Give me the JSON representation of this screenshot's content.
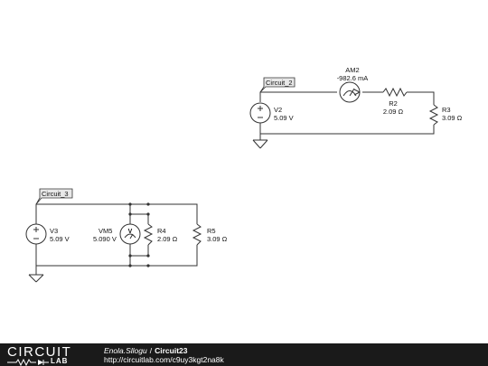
{
  "circuit_2": {
    "net_label": "Circuit_2",
    "am2": {
      "name": "AM2",
      "value": "-982.6 mA"
    },
    "v2": {
      "name": "V2",
      "value": "5.09 V"
    },
    "r2": {
      "name": "R2",
      "value": "2.09 Ω"
    },
    "r3": {
      "name": "R3",
      "value": "3.09 Ω"
    }
  },
  "circuit_3": {
    "net_label": "Circuit_3",
    "v3": {
      "name": "V3",
      "value": "5.09 V"
    },
    "vm5": {
      "name": "VM5",
      "value": "5.090 V",
      "symbol": "V"
    },
    "r4": {
      "name": "R4",
      "value": "2.09 Ω"
    },
    "r5": {
      "name": "R5",
      "value": "3.09 Ω"
    }
  },
  "footer": {
    "logo_top": "CIRCUIT",
    "logo_bottom": "LAB",
    "author": "Enola.Sllogu",
    "separator": "/",
    "circuit_name": "Circuit23",
    "url": "http://circuitlab.com/c9uy3kgt2na8k"
  },
  "colors": {
    "wire": "#333333",
    "netlabel_fill": "#e8e8e8",
    "footer_bg": "#1a1a1a"
  }
}
